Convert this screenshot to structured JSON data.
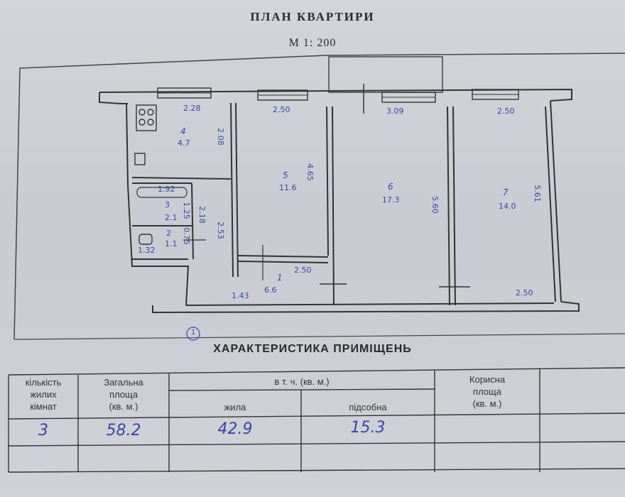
{
  "header": {
    "title": "ПЛАН КВАРТИРИ",
    "scale": "М 1: 200"
  },
  "plan": {
    "rooms": [
      {
        "number": "1",
        "area": "6.6"
      },
      {
        "number": "2",
        "area": "1.1"
      },
      {
        "number": "3",
        "area": "2.1"
      },
      {
        "number": "4",
        "area": "4.7"
      },
      {
        "number": "5",
        "area": "11.6"
      },
      {
        "number": "6",
        "area": "17.3"
      },
      {
        "number": "7",
        "area": "14.0"
      }
    ],
    "dimensions": {
      "kitchen_width": "2.28",
      "kitchen_depth": "2.08",
      "room5_width": "2.50",
      "room5_depth": "4.65",
      "room6_width": "3.09",
      "room6_depth": "5.60",
      "room7_width": "2.50",
      "room7_depth": "5.61",
      "bath_width": "1.92",
      "wc_width": "1.32",
      "bath_depth": "1.25",
      "bath_depth2": "0.75",
      "hall_side": "2.18",
      "hall_depth": "2.53",
      "hall_width": "2.50",
      "hall_entry": "1.43",
      "room7_bottom": "2.50"
    },
    "marker": "1"
  },
  "characteristics": {
    "title": "ХАРАКТЕРИСТИКА ПРИМІЩЕНЬ",
    "headers": {
      "rooms_count": [
        "кількість",
        "жилих",
        "кімнат"
      ],
      "total_area": [
        "Загальна",
        "площа",
        "(кв. м.)"
      ],
      "including": "в т. ч. (кв. м.)",
      "living": "жила",
      "auxiliary": "підсобна",
      "useful_area": [
        "Корисна",
        "площа",
        "(кв. м.)"
      ]
    },
    "values": {
      "rooms_count": "3",
      "total_area": "58.2",
      "living": "42.9",
      "auxiliary": "15.3"
    }
  },
  "colors": {
    "paper": "#cfd2d7",
    "ink": "#2a2a2a",
    "pen": "#3b46a0"
  }
}
